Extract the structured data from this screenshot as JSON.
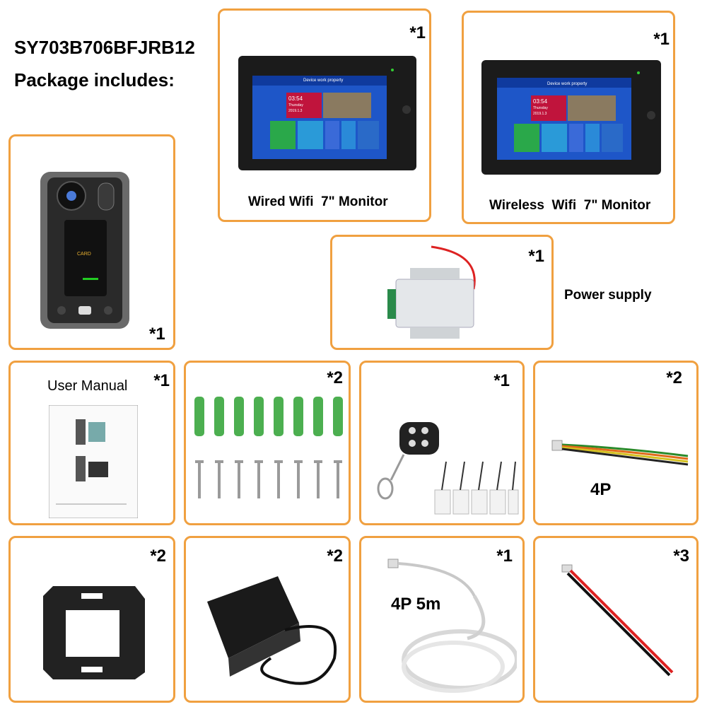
{
  "header": {
    "model": "SY703B706BFJRB12",
    "subtitle": "Package includes:"
  },
  "items": {
    "wired_monitor": {
      "label": "Wired Wifi  7\" Monitor",
      "qty": "*1",
      "screen": {
        "title": "Device work property",
        "time": "03:54",
        "day": "Thursday",
        "date": "2019.1.3"
      }
    },
    "wireless_monitor": {
      "label": "Wireless  Wifi  7\" Monitor",
      "qty": "*1",
      "screen": {
        "title": "Device work property",
        "time": "03:54",
        "day": "Thursday",
        "date": "2019.1.3"
      }
    },
    "door_station": {
      "qty": "*1",
      "card_text": "CARD"
    },
    "power_supply": {
      "label": "Power supply",
      "qty": "*1"
    },
    "user_manual": {
      "label": "User Manual",
      "qty": "*1"
    },
    "anchors_screws": {
      "qty": "*2"
    },
    "remote_cards": {
      "qty": "*1"
    },
    "cable_4p": {
      "label": "4P",
      "qty": "*2"
    },
    "bracket": {
      "qty": "*2"
    },
    "adapter": {
      "qty": "*2"
    },
    "cable_4p_5m": {
      "label": "4P 5m",
      "qty": "*1"
    },
    "cable_2p": {
      "qty": "*3"
    }
  },
  "colors": {
    "border": "#f0a040",
    "anchor_green": "#4caf50",
    "screen_blue": "#1e56c8"
  }
}
